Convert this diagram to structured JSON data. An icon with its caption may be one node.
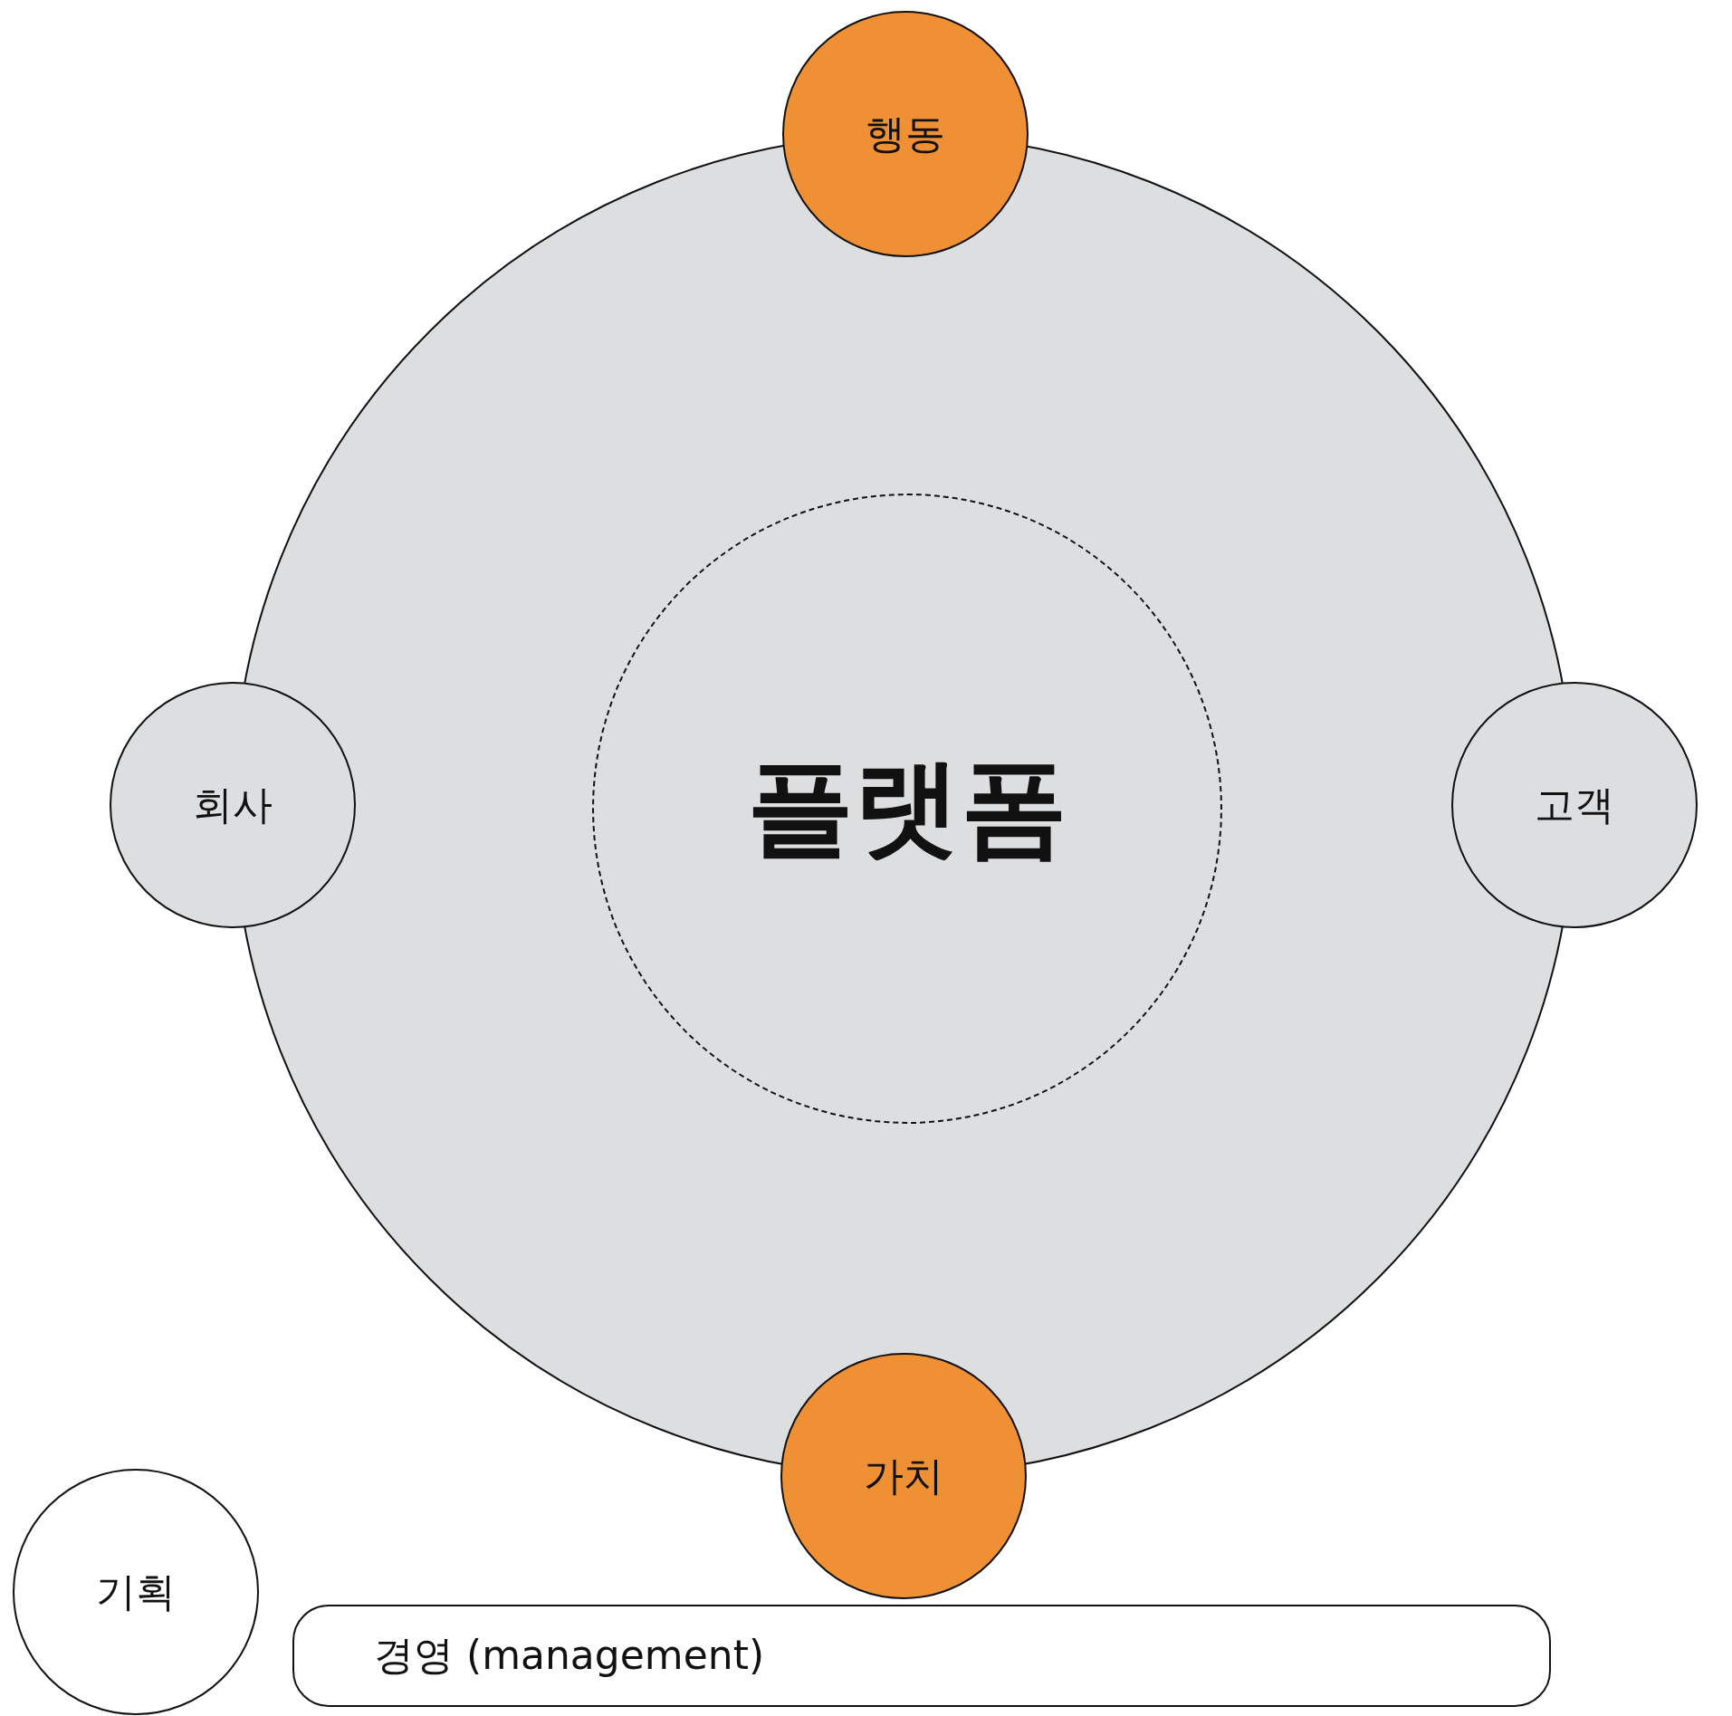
{
  "diagram": {
    "nodes": [
      {
        "text": [
          "행동"
        ]
      },
      {
        "text": [],
        "shape": "circle"
      },
      {
        "text": [
          "플랫폼"
        ],
        "in": 1
      },
      {
        "text": [
          "회사"
        ]
      },
      {
        "text": [
          "고객"
        ]
      },
      {
        "text": [
          "기획"
        ]
      },
      {
        "text": [
          "경영 (management)"
        ]
      },
      {
        "text": [
          "가치"
        ]
      }
    ],
    "edges": []
  }
}
